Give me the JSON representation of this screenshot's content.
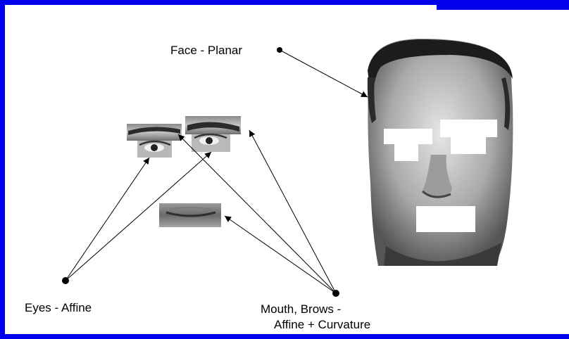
{
  "labels": {
    "face": "Face - Planar",
    "eyes": "Eyes - Affine",
    "mouth_brows_line1": "Mouth, Brows -",
    "mouth_brows_line2": "Affine + Curvature"
  },
  "colors": {
    "frame": "#0000ee",
    "background": "#ffffff",
    "ink": "#000000"
  },
  "images": [
    "face-photo",
    "left-eye-brow-patch",
    "right-eye-brow-patch",
    "mouth-patch"
  ]
}
